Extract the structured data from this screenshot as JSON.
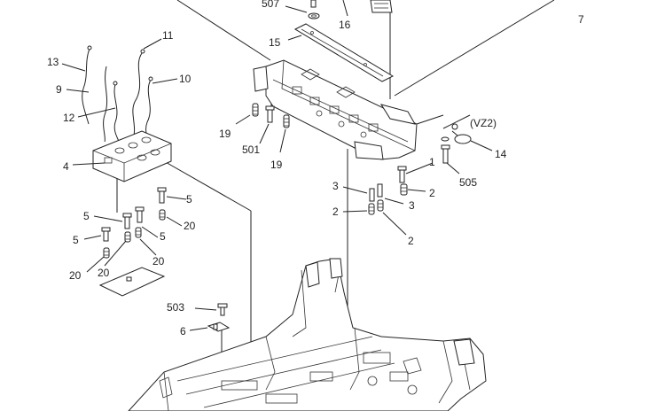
{
  "labels": {
    "l507": "507",
    "l16": "16",
    "l7": "7",
    "l15": "15",
    "l11": "11",
    "l13": "13",
    "l10": "10",
    "l9": "9",
    "l12": "12",
    "l19a": "19",
    "l501": "501",
    "l19b": "19",
    "lVZ2": "(VZ2)",
    "l14": "14",
    "l4": "4",
    "l1": "1",
    "l505": "505",
    "l5a": "5",
    "l3a": "3",
    "l2a": "2",
    "l5b": "5",
    "l20a": "20",
    "l2b": "2",
    "l3b": "3",
    "l5c": "5",
    "l5d": "5",
    "l2c": "2",
    "l20b": "20",
    "l20c": "20",
    "l20d": "20",
    "l503": "503",
    "l6": "6"
  },
  "colors": {
    "ink": "#222222",
    "background": "#ffffff"
  }
}
